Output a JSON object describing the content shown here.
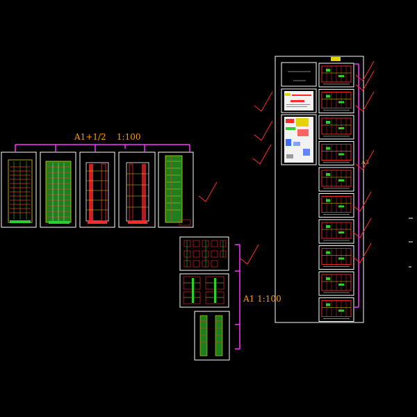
{
  "canvas": {
    "background": "#000000"
  },
  "labels": {
    "elevation_scale": "A1+1/2    1:100",
    "plan_scale": "A1 1:100",
    "group_note": "A3"
  },
  "colors": {
    "bracket": "#ff33ff",
    "check": "#ff2a2a",
    "label": "#ff9a00",
    "frame": "#ffffff",
    "building_red": "#ff2a2a",
    "building_green": "#2bd12b",
    "building_yellow": "#e6d200"
  },
  "sheets": {
    "elevations": [
      "elevation-1",
      "elevation-2",
      "section-1",
      "section-2",
      "elevation-3"
    ],
    "plans_column": [
      "plan-1",
      "plan-2",
      "plan-3",
      "plan-4",
      "plan-5",
      "plan-6",
      "plan-7",
      "plan-8",
      "plan-9",
      "plan-10"
    ],
    "notes_column": [
      "cover",
      "design-notes",
      "material-schedule"
    ],
    "detail_sheets": [
      "detail-1",
      "detail-2",
      "detail-3"
    ]
  },
  "checkmarks": {
    "count": 12
  }
}
